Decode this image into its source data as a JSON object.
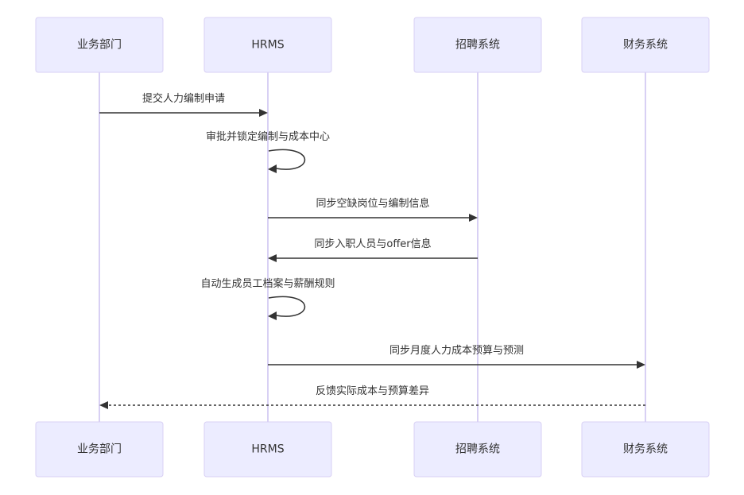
{
  "diagram": {
    "type": "sequence",
    "participants": [
      {
        "id": "biz",
        "label": "业务部门"
      },
      {
        "id": "hrms",
        "label": "HRMS"
      },
      {
        "id": "recruit",
        "label": "招聘系统"
      },
      {
        "id": "finance",
        "label": "财务系统"
      }
    ],
    "messages": [
      {
        "from": "biz",
        "to": "hrms",
        "label": "提交人力编制申请",
        "style": "solid"
      },
      {
        "from": "hrms",
        "to": "hrms",
        "label": "审批并锁定编制与成本中心",
        "style": "solid"
      },
      {
        "from": "hrms",
        "to": "recruit",
        "label": "同步空缺岗位与编制信息",
        "style": "solid"
      },
      {
        "from": "recruit",
        "to": "hrms",
        "label": "同步入职人员与offer信息",
        "style": "solid"
      },
      {
        "from": "hrms",
        "to": "hrms",
        "label": "自动生成员工档案与薪酬规则",
        "style": "solid"
      },
      {
        "from": "hrms",
        "to": "finance",
        "label": "同步月度人力成本预算与预测",
        "style": "solid"
      },
      {
        "from": "finance",
        "to": "biz",
        "label": "反馈实际成本与预算差异",
        "style": "dashed"
      }
    ]
  }
}
